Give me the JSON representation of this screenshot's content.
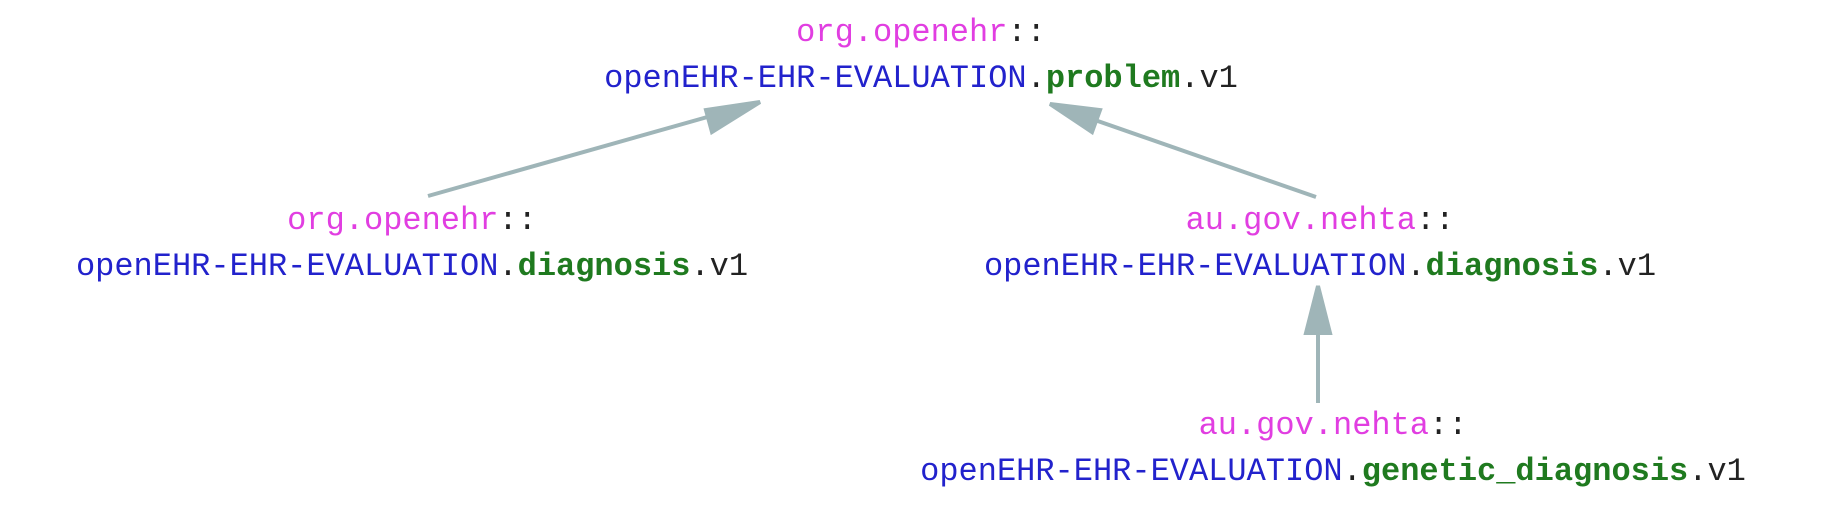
{
  "graph": {
    "nodes": [
      {
        "id": "problem",
        "namespace": "org.openehr",
        "separator": "::",
        "rm_class": "openEHR-EHR-EVALUATION",
        "concept": "problem",
        "version": ".v1"
      },
      {
        "id": "diagnosis-openehr",
        "namespace": "org.openehr",
        "separator": "::",
        "rm_class": "openEHR-EHR-EVALUATION",
        "concept": "diagnosis",
        "version": ".v1"
      },
      {
        "id": "diagnosis-nehta",
        "namespace": "au.gov.nehta",
        "separator": "::",
        "rm_class": "openEHR-EHR-EVALUATION",
        "concept": "diagnosis",
        "version": ".v1"
      },
      {
        "id": "genetic-diagnosis",
        "namespace": "au.gov.nehta",
        "separator": "::",
        "rm_class": "openEHR-EHR-EVALUATION",
        "concept": "genetic_diagnosis",
        "version": ".v1"
      }
    ],
    "edges": [
      {
        "from": "diagnosis-openehr",
        "to": "problem"
      },
      {
        "from": "diagnosis-nehta",
        "to": "problem"
      },
      {
        "from": "genetic-diagnosis",
        "to": "diagnosis-nehta"
      }
    ],
    "colors": {
      "namespace": "#e13ee1",
      "rm_class": "#2222cc",
      "concept": "#1f7a1f",
      "text": "#222222",
      "edge": "#9fb5b8"
    }
  }
}
